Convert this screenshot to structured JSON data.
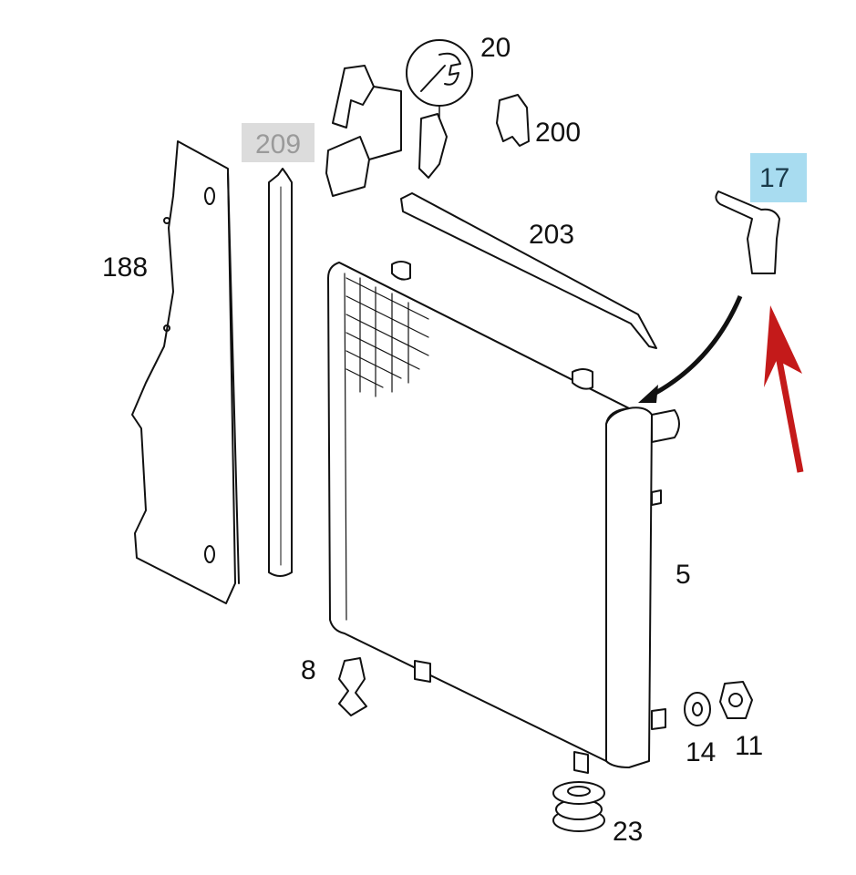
{
  "diagram": {
    "parts": [
      {
        "id": "20",
        "label": "20"
      },
      {
        "id": "200",
        "label": "200"
      },
      {
        "id": "209",
        "label": "209",
        "highlight": "#dcdcdc",
        "text_color": "#9a9a9a"
      },
      {
        "id": "17",
        "label": "17",
        "highlight": "#a8dcf0",
        "text_color": "#1a3a4a"
      },
      {
        "id": "188",
        "label": "188"
      },
      {
        "id": "203",
        "label": "203"
      },
      {
        "id": "5",
        "label": "5"
      },
      {
        "id": "8",
        "label": "8"
      },
      {
        "id": "14",
        "label": "14"
      },
      {
        "id": "11",
        "label": "11"
      },
      {
        "id": "23",
        "label": "23"
      }
    ],
    "icons": {
      "tool": "wrench-icon"
    },
    "colors": {
      "pointer_arrow": "#c41a1a",
      "line": "#111111"
    }
  }
}
